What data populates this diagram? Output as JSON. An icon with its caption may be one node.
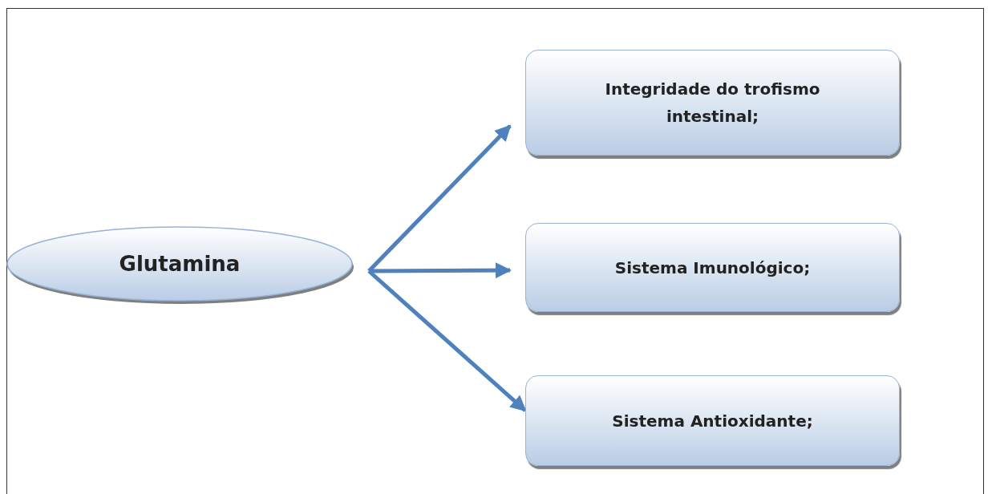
{
  "diagram": {
    "nodes": [
      {
        "text": [
          "Glutamina"
        ]
      },
      {
        "text": [
          "Integridade do trofismo intestinal;"
        ]
      },
      {
        "text": [
          "Sistema Imunológico;"
        ]
      },
      {
        "text": [
          "Sistema Antioxidante;"
        ]
      }
    ],
    "edges": [
      {
        "from": 0,
        "to": 1,
        "arrow": "to"
      },
      {
        "from": 0,
        "to": 2,
        "arrow": "to"
      },
      {
        "from": 0,
        "to": 3,
        "arrow": "to"
      }
    ]
  }
}
